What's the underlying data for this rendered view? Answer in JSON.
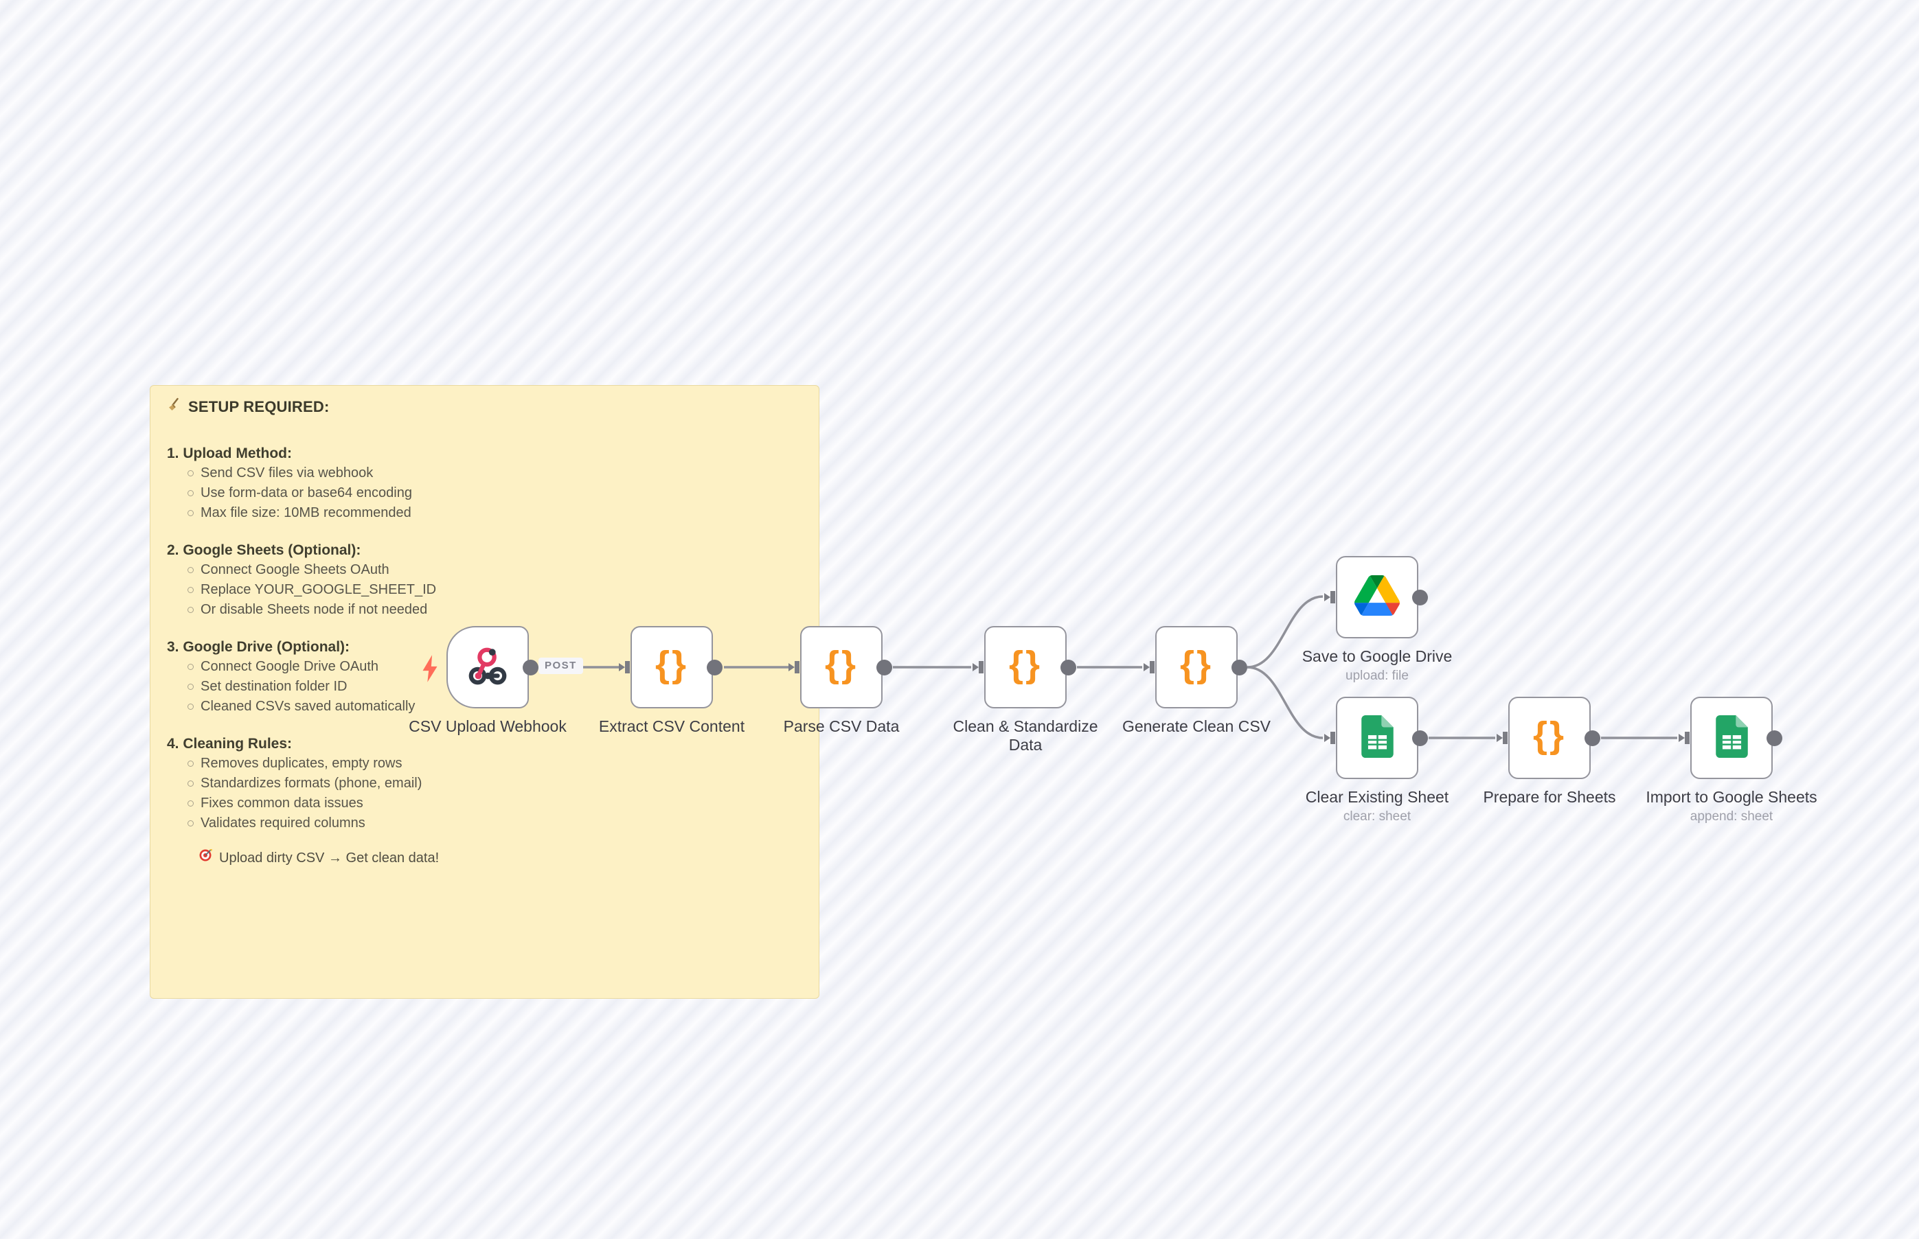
{
  "sticky": {
    "title": "SETUP REQUIRED:",
    "title_icon": "broom-icon",
    "sections": [
      {
        "heading": "1. Upload Method:",
        "items": [
          "Send CSV files via webhook",
          "Use form-data or base64 encoding",
          "Max file size: 10MB recommended"
        ]
      },
      {
        "heading": "2. Google Sheets (Optional):",
        "items": [
          "Connect Google Sheets OAuth",
          "Replace YOUR_GOOGLE_SHEET_ID",
          "Or disable Sheets node if not needed"
        ]
      },
      {
        "heading": "3. Google Drive (Optional):",
        "items": [
          "Connect Google Drive OAuth",
          "Set destination folder ID",
          "Cleaned CSVs saved automatically"
        ]
      },
      {
        "heading": "4. Cleaning Rules:",
        "items": [
          "Removes duplicates, empty rows",
          "Standardizes formats (phone, email)",
          "Fixes common data issues",
          "Validates required columns"
        ]
      }
    ],
    "footer": "Upload dirty CSV → Get clean data!",
    "footer_icon": "dart-target-icon"
  },
  "workflow": {
    "connection_label": "POST",
    "code_icon_glyph": "{}",
    "nodes": [
      {
        "label": "CSV Upload Webhook",
        "type": "webhook-trigger",
        "icon": "webhook-icon"
      },
      {
        "label": "Extract CSV Content",
        "type": "code",
        "icon": "code-icon"
      },
      {
        "label": "Parse CSV Data",
        "type": "code",
        "icon": "code-icon"
      },
      {
        "label": "Clean & Standardize Data",
        "type": "code",
        "icon": "code-icon"
      },
      {
        "label": "Generate Clean CSV",
        "type": "code",
        "icon": "code-icon"
      },
      {
        "label": "Save to Google Drive",
        "sublabel": "upload: file",
        "type": "google-drive",
        "icon": "google-drive-icon"
      },
      {
        "label": "Clear Existing Sheet",
        "sublabel": "clear: sheet",
        "type": "google-sheets",
        "icon": "google-sheets-icon"
      },
      {
        "label": "Prepare for Sheets",
        "type": "code",
        "icon": "code-icon"
      },
      {
        "label": "Import to Google Sheets",
        "sublabel": "append: sheet",
        "type": "google-sheets",
        "icon": "google-sheets-icon"
      }
    ]
  },
  "colors": {
    "canvas_stripe": "#edeff6",
    "sticky_bg": "#fdf1c5",
    "sticky_border": "#e9d9a0",
    "node_border": "#95959d",
    "connector_gray": "#909199",
    "code_icon_orange": "#f79320",
    "webhook_pink": "#e23a63",
    "webhook_dark": "#323a45",
    "trigger_bolt": "#ff6d59",
    "drive_blue": "#2684fc",
    "drive_green": "#00ac47",
    "drive_yellow": "#ffba00",
    "drive_red": "#ea4335",
    "sheets_green": "#23a566",
    "label_text": "#3d3d45",
    "sublabel_text": "#9fa0aa"
  }
}
